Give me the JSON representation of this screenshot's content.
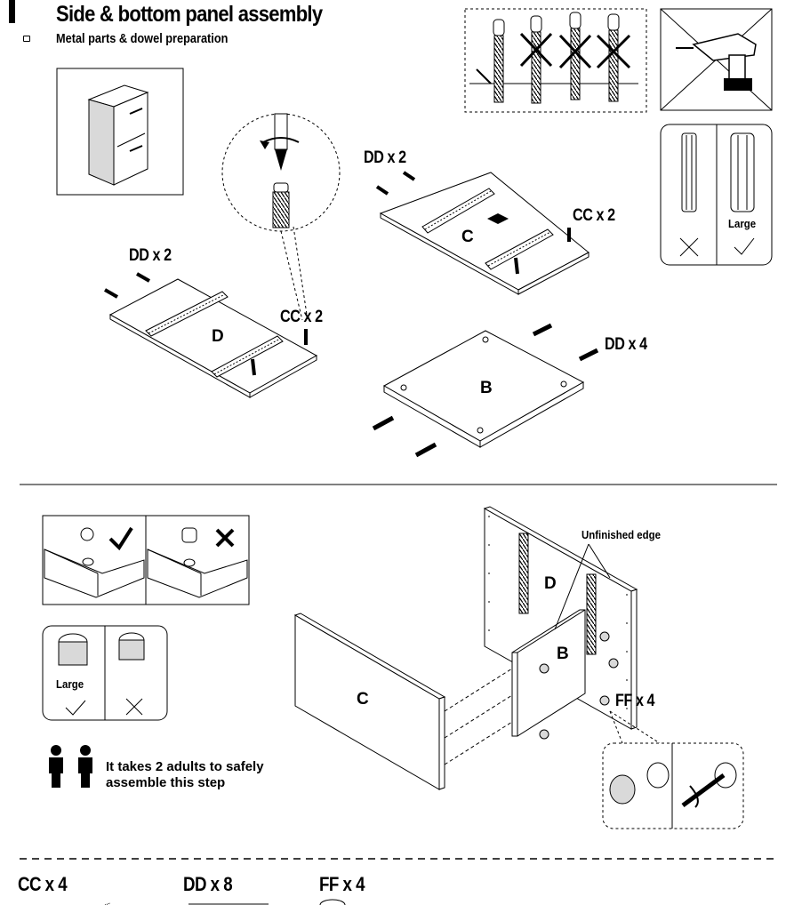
{
  "header": {
    "title": "Side & bottom panel assembly",
    "subtitle": "Metal parts & dowel preparation"
  },
  "top_section": {
    "panel_d_label": "D",
    "panel_c_label": "C",
    "panel_b_label": "B",
    "d_dowel_qty": "DD x 2",
    "d_cam_qty": "CC x 2",
    "c_dowel_qty": "DD x 2",
    "c_cam_qty": "CC x 2",
    "b_dowel_qty": "DD x 4",
    "dowel_size_label": "Large"
  },
  "bottom_section": {
    "unfinished_edge_label": "Unfinished edge",
    "panel_d_label": "D",
    "panel_b_label": "B",
    "panel_c_label": "C",
    "cam_lock_qty": "FF x 4",
    "cam_size_label": "Large",
    "safety_note_line1": "It takes 2 adults to safely",
    "safety_note_line2": "assemble this step"
  },
  "parts_legend": {
    "items": [
      {
        "label": "CC x 4"
      },
      {
        "label": "DD x 8"
      },
      {
        "label": "FF x 4"
      }
    ]
  },
  "colors": {
    "ink": "#000000",
    "panel_fill": "#ffffff",
    "shade": "#d9d9d9"
  },
  "icons": [
    "screwdriver-icon",
    "drill-icon",
    "checkmark-icon",
    "cross-icon",
    "person-icon"
  ]
}
